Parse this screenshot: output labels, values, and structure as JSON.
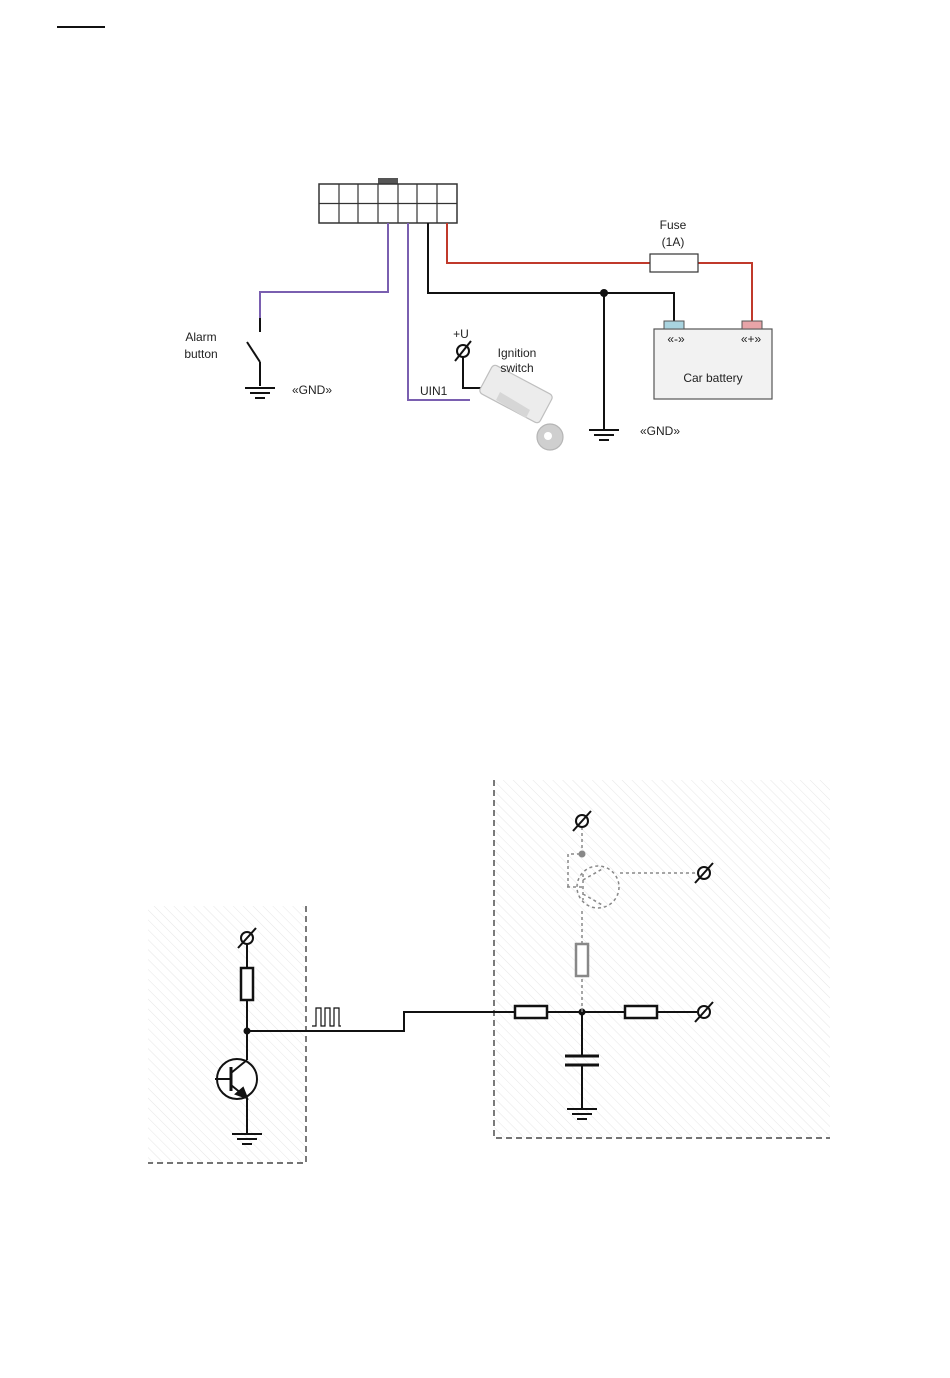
{
  "diagram1": {
    "labels": {
      "fuse": "Fuse",
      "fuse_rating": "(1A)",
      "alarm_button_line1": "Alarm",
      "alarm_button_line2": "button",
      "gnd_left": "«GND»",
      "plus_u": "+U",
      "ignition_line1": "Ignition",
      "ignition_line2": "switch",
      "uin1": "UIN1",
      "battery_minus": "«-»",
      "battery_plus": "«+»",
      "car_battery": "Car battery",
      "gnd_right": "«GND»"
    },
    "colors": {
      "alarm_wire": "#7a5fb0",
      "uin_wire": "#7a5fb0",
      "ground_wire": "#111111",
      "power_wire": "#c0392b",
      "minus_terminal": "#a9d4e0",
      "plus_terminal": "#e8a4a8"
    }
  },
  "diagram2": {
    "colors": {
      "hatch": "#e6e6e6",
      "dashed_optional": "#888888",
      "wire": "#111111"
    }
  }
}
